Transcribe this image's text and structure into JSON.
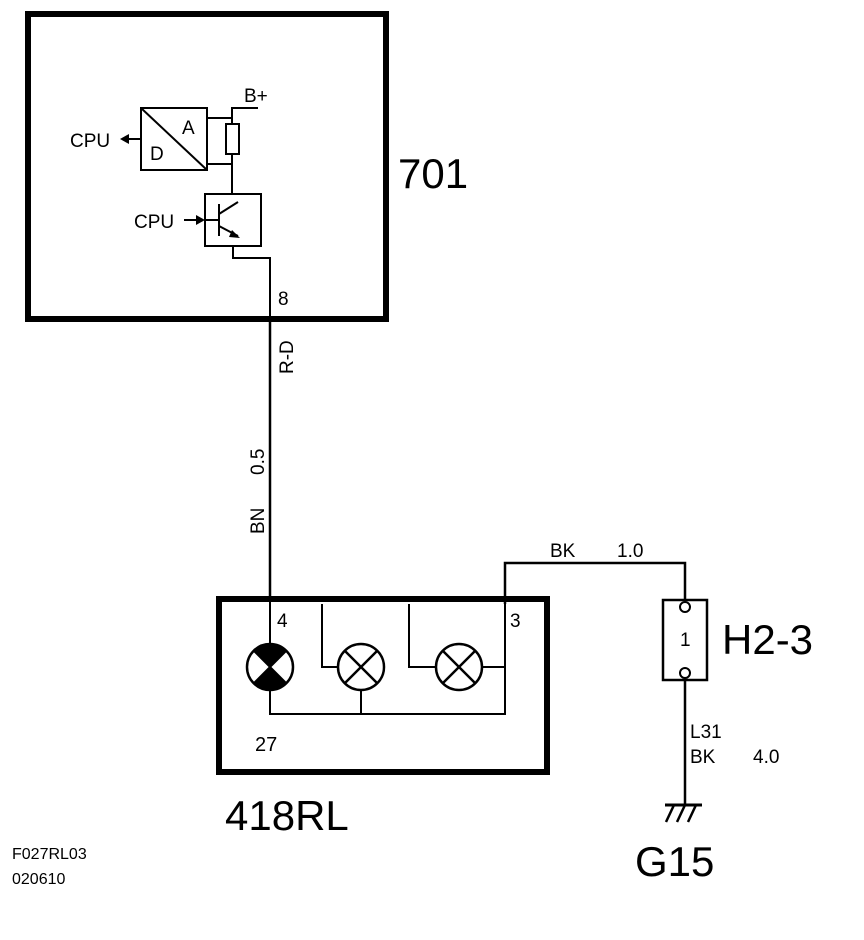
{
  "module_701": {
    "label": "701",
    "pin": "8",
    "cpu_out_label": "CPU",
    "cpu_in_label": "CPU",
    "supply_label": "B+",
    "adc_a_label": "A",
    "adc_d_label": "D"
  },
  "wire_701_to_418": {
    "color_code": "BN",
    "gauge": "0.5",
    "signal": "R-D"
  },
  "lamp_unit": {
    "label": "418RL",
    "pin_signal": "4",
    "pin_ground": "3",
    "pin_27": "27"
  },
  "wire_ground_upper": {
    "color_code": "BK",
    "gauge": "1.0"
  },
  "connector": {
    "label": "H2-3",
    "pin": "1"
  },
  "wire_ground_lower": {
    "circuit": "L31",
    "color_code": "BK",
    "gauge": "4.0"
  },
  "ground": {
    "label": "G15"
  },
  "footer": {
    "figure_id": "F027RL03",
    "date_code": "020610"
  }
}
